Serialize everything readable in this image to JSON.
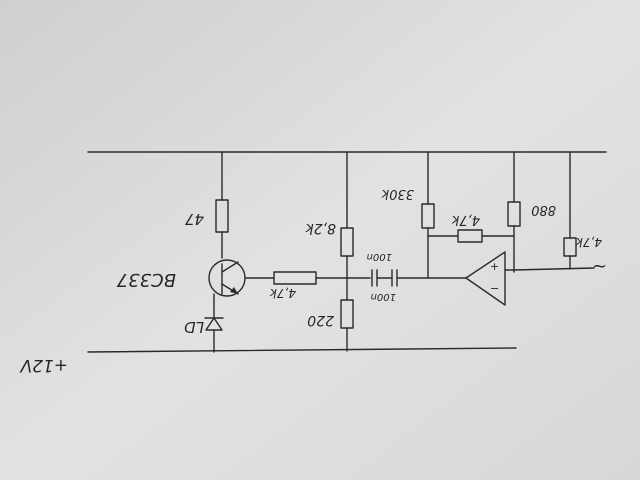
{
  "diagram": {
    "supply_label": "+12V",
    "transistor_label": "BC337",
    "led_label": "LD",
    "r_emitter_label": "47",
    "r_base_label": "4,7k",
    "r_divider_top_label": "8,2k",
    "r_divider_bottom_label": "220",
    "cap_label_top": "100n",
    "cap_label_bottom": "100n",
    "r_input_label": "330k",
    "r_feedback_label": "4,7k",
    "r_opamp_supply_label": "880",
    "r_output_label": "4,7k",
    "opamp_plus": "+",
    "opamp_minus": "−",
    "output_symbol": "~"
  },
  "colors": {
    "paper": "#dcdcdc",
    "ink": "#2a2a2a"
  }
}
